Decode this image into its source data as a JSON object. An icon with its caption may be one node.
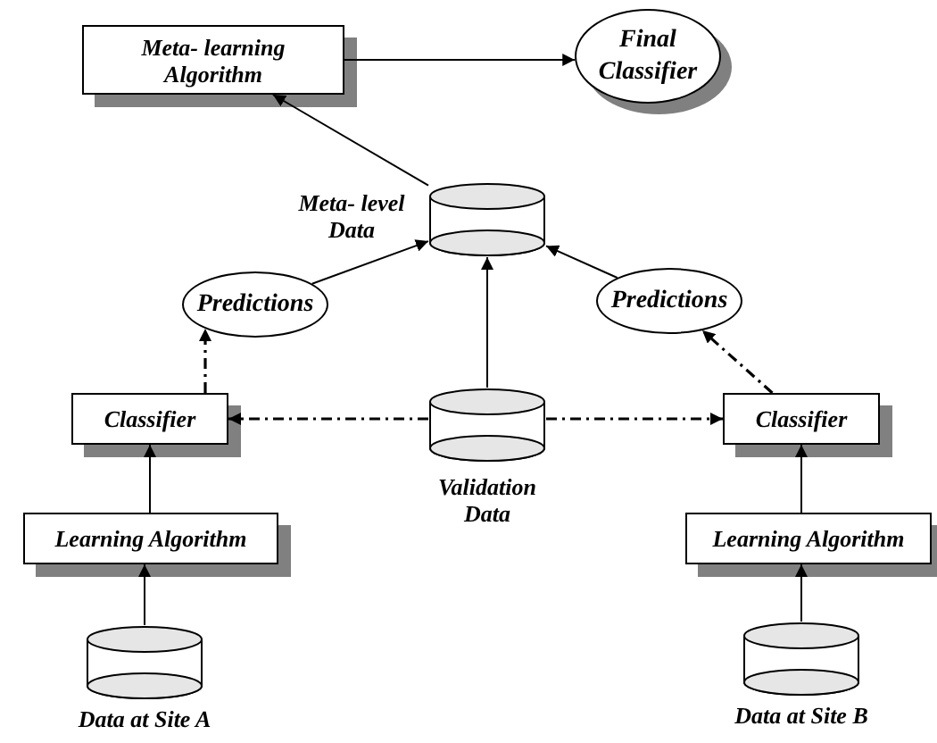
{
  "diagram": {
    "nodes": [
      {
        "text": [
          "Meta- learning Algorithm"
        ]
      },
      {
        "text": [
          "Final Classifier"
        ]
      },
      {
        "text": [],
        "shape": "cylinder",
        "beside": [
          "Meta- level Data"
        ]
      },
      {
        "text": [
          "Predictions"
        ]
      },
      {
        "text": [
          "Predictions"
        ]
      },
      {
        "text": [
          "Classifier"
        ]
      },
      {
        "text": [],
        "shape": "cylinder",
        "beside": [
          "Validation Data"
        ]
      },
      {
        "text": [
          "Classifier"
        ]
      },
      {
        "text": [
          "Learning Algorithm"
        ]
      },
      {
        "text": [
          "Learning Algorithm"
        ]
      },
      {
        "text": [],
        "shape": "cylinder",
        "beside": [
          "Data at Site A"
        ]
      },
      {
        "text": [],
        "shape": "cylinder",
        "beside": [
          "Data at Site B"
        ]
      }
    ],
    "edges": [
      {
        "from": 0,
        "to": 1,
        "arrow": "to"
      },
      {
        "from": 2,
        "to": 0,
        "arrow": "to"
      },
      {
        "from": 3,
        "to": 2,
        "arrow": "to"
      },
      {
        "from": 4,
        "to": 2,
        "arrow": "to"
      },
      {
        "from": 6,
        "to": 2,
        "arrow": "to"
      },
      {
        "from": 5,
        "to": 3,
        "arrow": "to",
        "style": "dashed"
      },
      {
        "from": 7,
        "to": 4,
        "arrow": "to",
        "style": "dashed"
      },
      {
        "from": 6,
        "to": 5,
        "arrow": "to",
        "style": "dashed"
      },
      {
        "from": 6,
        "to": 7,
        "arrow": "to",
        "style": "dashed"
      },
      {
        "from": 8,
        "to": 5,
        "arrow": "to"
      },
      {
        "from": 9,
        "to": 7,
        "arrow": "to"
      },
      {
        "from": 10,
        "to": 8,
        "arrow": "to"
      },
      {
        "from": 11,
        "to": 9,
        "arrow": "to"
      }
    ]
  }
}
